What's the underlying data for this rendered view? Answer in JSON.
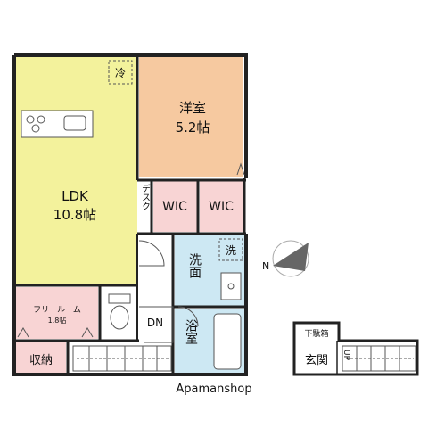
{
  "rooms": {
    "ldk": {
      "name": "LDK",
      "size": "10.8帖",
      "color": "#f3f29c"
    },
    "western": {
      "name": "洋室",
      "size": "5.2帖",
      "color": "#f6c9a0"
    },
    "free_room": {
      "name": "フリールーム",
      "size": "1.8帖",
      "color": "#f8d4d4"
    },
    "storage": {
      "name": "収納"
    },
    "wic_1": {
      "name": "WIC"
    },
    "wic_2": {
      "name": "WIC"
    },
    "desk": {
      "name": "デスク"
    },
    "washroom": {
      "name": "洗面",
      "color": "#cde8f3"
    },
    "bath": {
      "name": "浴室"
    },
    "dn": {
      "name": "DN"
    },
    "entrance": {
      "name": "玄関"
    },
    "up": {
      "name": "UP"
    },
    "shoe_box": {
      "name": "下駄箱"
    }
  },
  "markers": {
    "fridge": "冷",
    "washer": "洗"
  },
  "compass": {
    "label": "N"
  },
  "watermark": "Apamanshop"
}
